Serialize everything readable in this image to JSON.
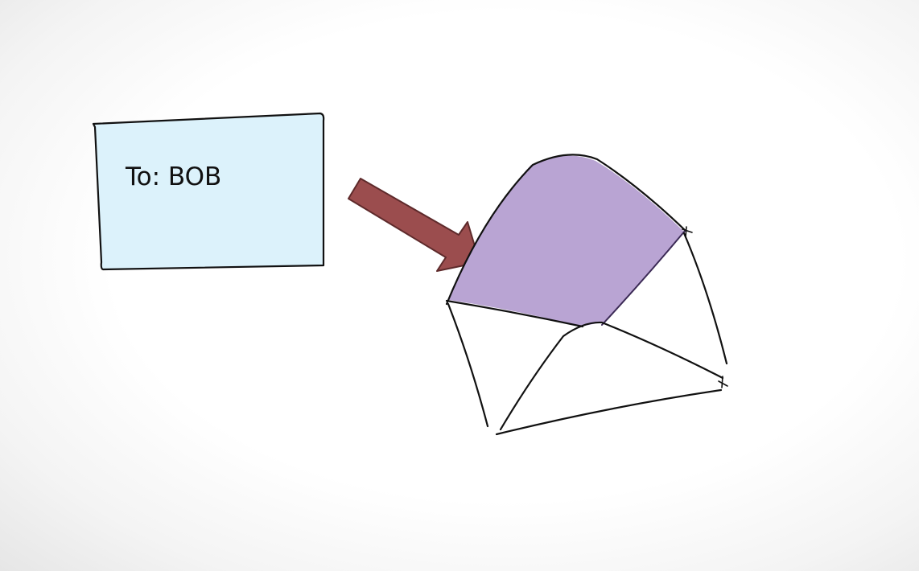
{
  "card": {
    "label": "To: BOB",
    "fill_color": "#dcf2fb",
    "stroke_color": "#111111"
  },
  "arrow": {
    "fill_color": "#9b4d4e",
    "stroke_color": "#5e2a2b",
    "direction": "down-right"
  },
  "envelope": {
    "flap_color": "#b9a4d3",
    "stroke_color": "#111111",
    "state": "open"
  }
}
